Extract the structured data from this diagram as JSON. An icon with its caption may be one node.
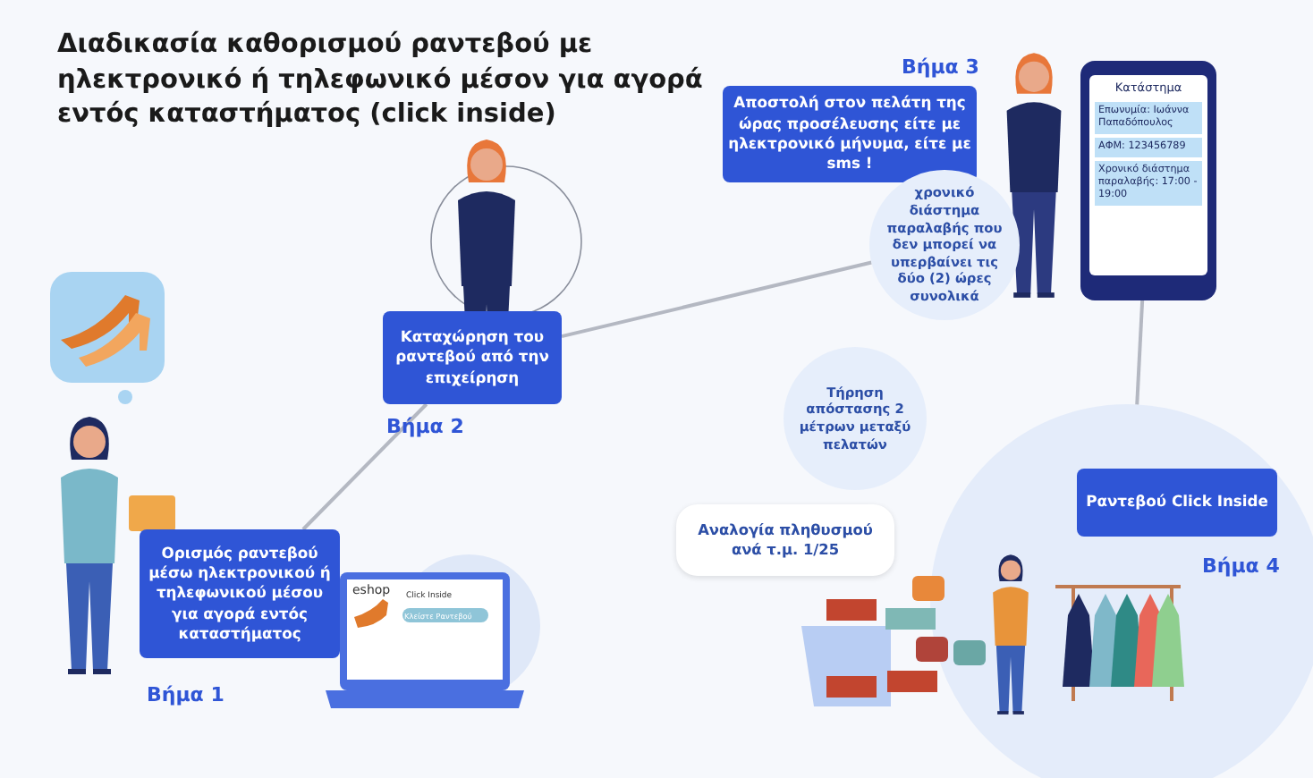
{
  "diagram": {
    "title": "Διαδικασία καθορισμού ραντεβού με ηλεκτρονικό ή τηλεφωνικό μέσον για αγορά εντός καταστήματος (click inside)",
    "nodes": [
      {
        "text": [
          "Ορισμός ραντεβού μέσω ηλεκτρονικού ή τηλεφωνικού μέσου για αγορά εντός καταστήματος"
        ],
        "beside": [
          "Βήμα 1"
        ]
      },
      {
        "text": [
          "Καταχώρηση του ραντεβού από την επιχείρηση"
        ],
        "beside": [
          "Βήμα 2"
        ]
      },
      {
        "text": [
          "Αποστολή στον πελάτη της ώρας προσέλευσης είτε με ηλεκτρονικό μήνυμα, είτε με sms !"
        ],
        "beside": [
          "Βήμα 3"
        ]
      },
      {
        "text": [
          "χρονικό διάστημα παραλαβής που δεν μπορεί να υπερβαίνει τις δύο (2) ώρες συνολικά"
        ]
      },
      {
        "text": [
          "Κατάστημα",
          "Επωνυμία: Ιωάννα Παπαδόπουλος",
          "ΑΦΜ: 123456789",
          "Χρονικό διάστημα παραλαβής: 17:00 - 19:00"
        ]
      },
      {
        "text": [],
        "shape": "circle"
      },
      {
        "text": [
          "Ραντεβού Click Inside"
        ],
        "in": 5,
        "beside": [
          "Βήμα 4"
        ]
      },
      {
        "text": [
          "Τήρηση απόστασης **2 μέτρων μεταξύ πελατών**"
        ]
      },
      {
        "text": [
          "Αναλογία πληθυσμού ανά τ.μ. 1/25"
        ]
      }
    ],
    "edges": [
      {
        "from": 0,
        "to": 1,
        "arrow": "none"
      },
      {
        "from": 1,
        "to": 3,
        "arrow": "none"
      },
      {
        "from": 4,
        "to": 5,
        "arrow": "none"
      }
    ],
    "labels": [
      "eshop",
      "Click Inside",
      "Κλείστε Ραντεβού"
    ]
  }
}
